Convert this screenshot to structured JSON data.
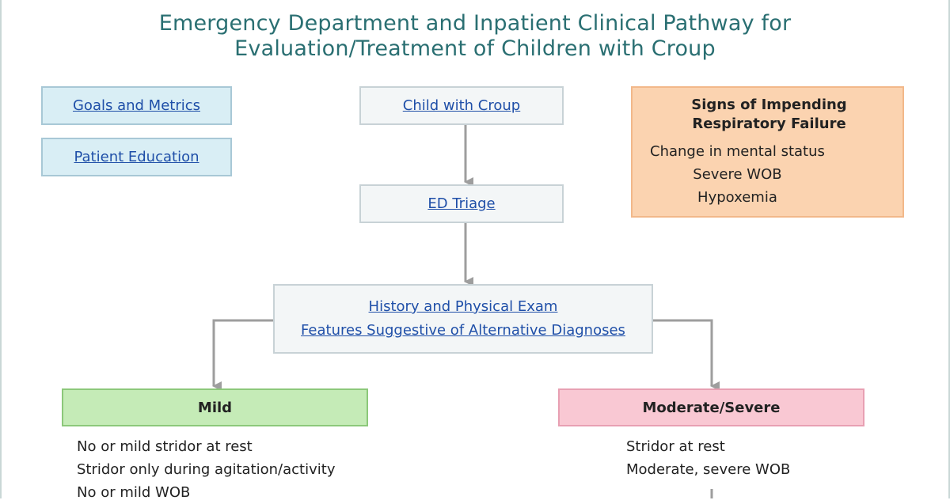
{
  "title": {
    "line1": "Emergency Department and Inpatient Clinical Pathway for",
    "line2": "Evaluation/Treatment of Children with Croup"
  },
  "links": {
    "goals_metrics": "Goals and Metrics",
    "patient_education": "Patient Education",
    "child_with_croup": "Child with Croup",
    "ed_triage": "ED Triage",
    "history_exam": "History and Physical Exam",
    "alt_diagnoses": "Features Suggestive of Alternative Diagnoses"
  },
  "respiratory_failure": {
    "title_line1": "Signs of Impending",
    "title_line2": "Respiratory Failure",
    "items": [
      "Change in mental status",
      "Severe WOB",
      "Hypoxemia"
    ]
  },
  "mild": {
    "label": "Mild",
    "items": [
      "No or mild stridor at rest",
      "Stridor only during agitation/activity",
      "No or mild WOB"
    ]
  },
  "moderate_severe": {
    "label": "Moderate/Severe",
    "items": [
      "Stridor at rest",
      "Moderate, severe WOB"
    ]
  },
  "colors": {
    "title": "#2a6f72",
    "link": "#1f4fa8",
    "arrow": "#9e9e9e",
    "mild_fill": "#c5ebb7",
    "moderate_fill": "#f9c8d3",
    "warning_fill": "#fbd3b0",
    "info_fill": "#d9eef5"
  }
}
